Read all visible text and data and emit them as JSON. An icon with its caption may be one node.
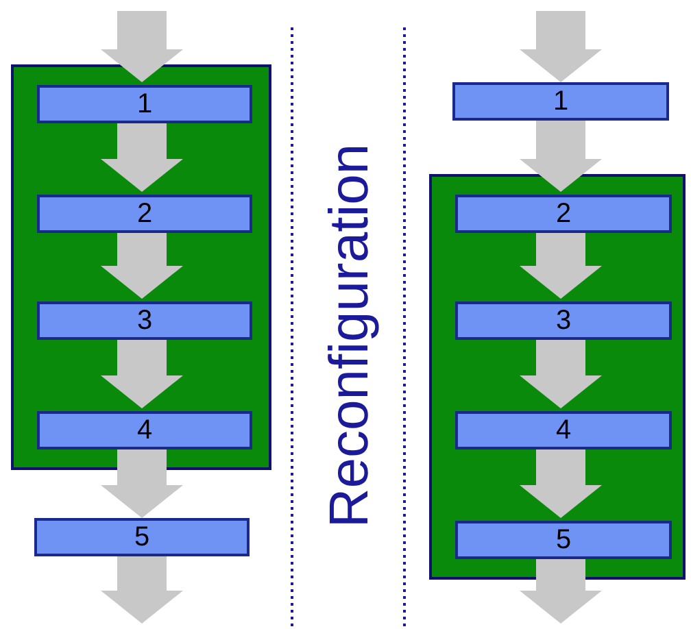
{
  "diagram": {
    "nodes": [
      {
        "text": [],
        "shape": "box"
      },
      {
        "text": [
          "1"
        ],
        "in": 0
      },
      {
        "text": [
          "2"
        ],
        "in": 0
      },
      {
        "text": [
          "3"
        ],
        "in": 0
      },
      {
        "text": [
          "4"
        ],
        "in": 0
      },
      {
        "text": [
          "5"
        ]
      },
      {
        "text": [
          "1"
        ]
      },
      {
        "text": [],
        "shape": "box"
      },
      {
        "text": [
          "2"
        ],
        "in": 7
      },
      {
        "text": [
          "3"
        ],
        "in": 7
      },
      {
        "text": [
          "4"
        ],
        "in": 7
      },
      {
        "text": [
          "5"
        ],
        "in": 7
      }
    ],
    "edges": [
      {
        "from": null,
        "to": 1,
        "arrow": "to"
      },
      {
        "from": 1,
        "to": 2,
        "arrow": "to"
      },
      {
        "from": 2,
        "to": 3,
        "arrow": "to"
      },
      {
        "from": 3,
        "to": 4,
        "arrow": "to"
      },
      {
        "from": 4,
        "to": 5,
        "arrow": "to"
      },
      {
        "from": 5,
        "to": null,
        "arrow": "to"
      },
      {
        "from": null,
        "to": 6,
        "arrow": "to"
      },
      {
        "from": 6,
        "to": 8,
        "arrow": "to"
      },
      {
        "from": 8,
        "to": 9,
        "arrow": "to"
      },
      {
        "from": 9,
        "to": 10,
        "arrow": "to"
      },
      {
        "from": 10,
        "to": 11,
        "arrow": "to"
      },
      {
        "from": 11,
        "to": null,
        "arrow": "to"
      }
    ],
    "labels": [
      "Reconfiguration"
    ]
  }
}
